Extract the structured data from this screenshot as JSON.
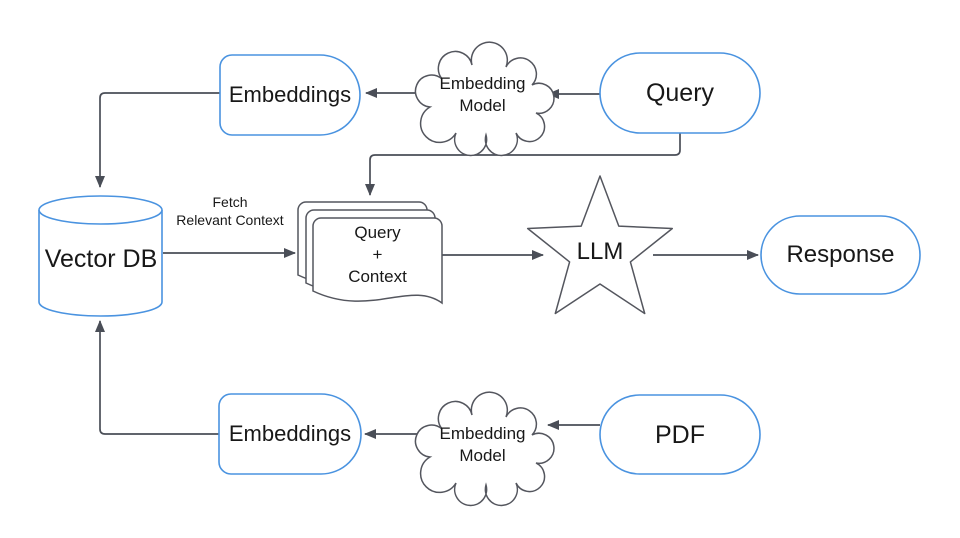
{
  "colors": {
    "background": "#ffffff",
    "node_accent_blue": "#4a93e0",
    "shape_outline_gray": "#54565e",
    "connector_gray": "#4a4e57",
    "text": "#181818"
  },
  "nodes": {
    "embeddings_top": {
      "label": "Embeddings",
      "shape": "half-rounded-rect"
    },
    "embedding_model_top": {
      "line1": "Embedding",
      "line2": "Model",
      "shape": "cloud"
    },
    "query": {
      "label": "Query",
      "shape": "pill"
    },
    "vector_db": {
      "label": "Vector DB",
      "shape": "cylinder"
    },
    "query_context": {
      "line1": "Query",
      "line2": "+",
      "line3": "Context",
      "shape": "document-stack"
    },
    "llm": {
      "label": "LLM",
      "shape": "star"
    },
    "response": {
      "label": "Response",
      "shape": "pill"
    },
    "embeddings_bottom": {
      "label": "Embeddings",
      "shape": "half-rounded-rect"
    },
    "embedding_model_bottom": {
      "line1": "Embedding",
      "line2": "Model",
      "shape": "cloud"
    },
    "pdf": {
      "label": "PDF",
      "shape": "pill"
    }
  },
  "edge_labels": {
    "fetch_relevant_context": {
      "line1": "Fetch",
      "line2": "Relevant Context"
    }
  }
}
